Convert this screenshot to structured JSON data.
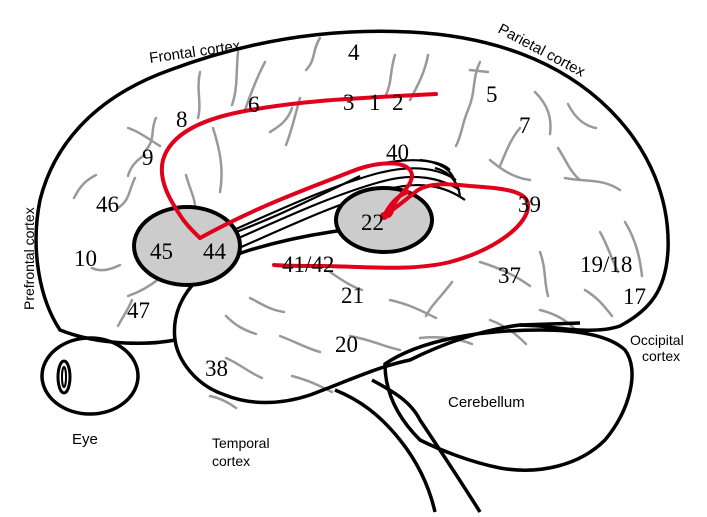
{
  "regions": {
    "frontal": "Frontal cortex",
    "parietal": "Parietal cortex",
    "prefrontal": "Prefrontal cortex",
    "occipital_line1": "Occipital",
    "occipital_line2": "cortex",
    "temporal_line1": "Temporal",
    "temporal_line2": "cortex",
    "cerebellum": "Cerebellum",
    "eye": "Eye"
  },
  "brodmann_areas": {
    "a4": "4",
    "a3": "3",
    "a1": "1",
    "a2": "2",
    "a5": "5",
    "a6": "6",
    "a7": "7",
    "a8": "8",
    "a9": "9",
    "a40": "40",
    "a46": "46",
    "a39": "39",
    "a22": "22",
    "a45": "45",
    "a44": "44",
    "a10": "10",
    "a41_42": "41/42",
    "a37": "37",
    "a19_18": "19/18",
    "a21": "21",
    "a17": "17",
    "a47": "47",
    "a20": "20",
    "a38": "38"
  },
  "colors": {
    "outline": "#000000",
    "sulci": "#999999",
    "highlight_fill": "#cccccc",
    "pathway": "#e0001b"
  }
}
